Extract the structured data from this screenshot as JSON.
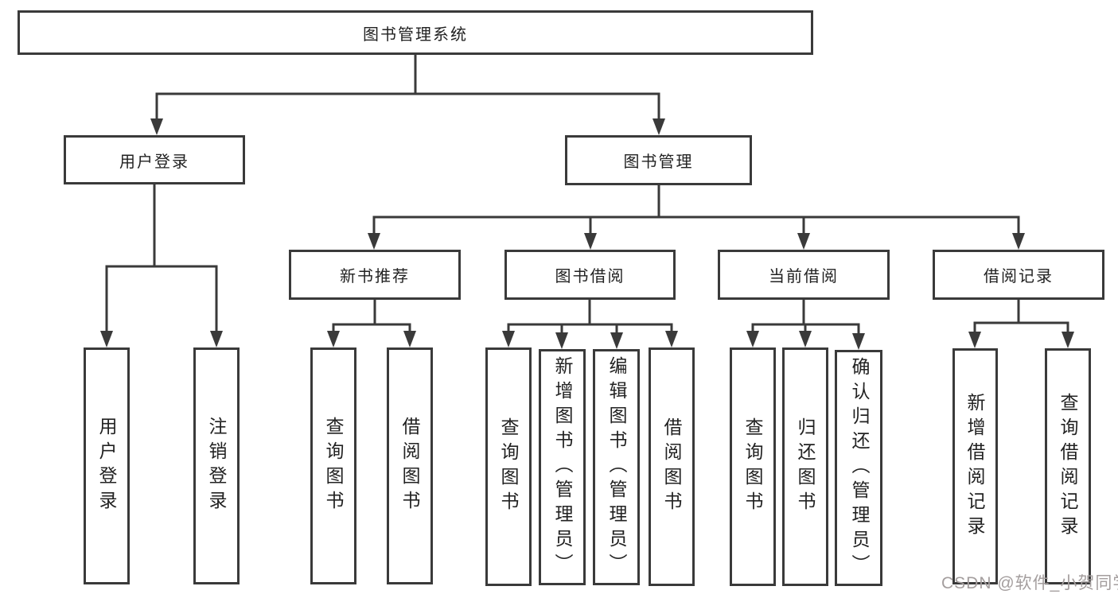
{
  "diagram": {
    "root": {
      "label": "图书管理系统"
    },
    "level2": [
      {
        "id": "user-login",
        "label": "用户登录"
      },
      {
        "id": "book-management",
        "label": "图书管理"
      }
    ],
    "level3": [
      {
        "id": "new-book-recommend",
        "parent": "book-management",
        "label": "新书推荐"
      },
      {
        "id": "book-borrow",
        "parent": "book-management",
        "label": "图书借阅"
      },
      {
        "id": "current-borrow",
        "parent": "book-management",
        "label": "当前借阅"
      },
      {
        "id": "borrow-record",
        "parent": "book-management",
        "label": "借阅记录"
      }
    ],
    "leaves": [
      {
        "parent": "user-login",
        "label": "用户登录"
      },
      {
        "parent": "user-login",
        "label": "注销登录"
      },
      {
        "parent": "new-book-recommend",
        "label": "查询图书"
      },
      {
        "parent": "new-book-recommend",
        "label": "借阅图书"
      },
      {
        "parent": "book-borrow",
        "label": "查询图书"
      },
      {
        "parent": "book-borrow",
        "label": "新增图书（管理员）"
      },
      {
        "parent": "book-borrow",
        "label": "编辑图书（管理员）"
      },
      {
        "parent": "book-borrow",
        "label": "借阅图书"
      },
      {
        "parent": "current-borrow",
        "label": "查询图书"
      },
      {
        "parent": "current-borrow",
        "label": "归还图书"
      },
      {
        "parent": "current-borrow",
        "label": "确认归还（管理员）"
      },
      {
        "parent": "borrow-record",
        "label": "新增借阅记录"
      },
      {
        "parent": "borrow-record",
        "label": "查询借阅记录"
      }
    ]
  },
  "watermark": {
    "text": "CSDN @软件_小贺同学"
  },
  "colors": {
    "line": "#3a3a3a",
    "box_border": "#3a3a3a",
    "text": "#222222",
    "watermark_text": "#a49e9e",
    "background": "#ffffff"
  }
}
